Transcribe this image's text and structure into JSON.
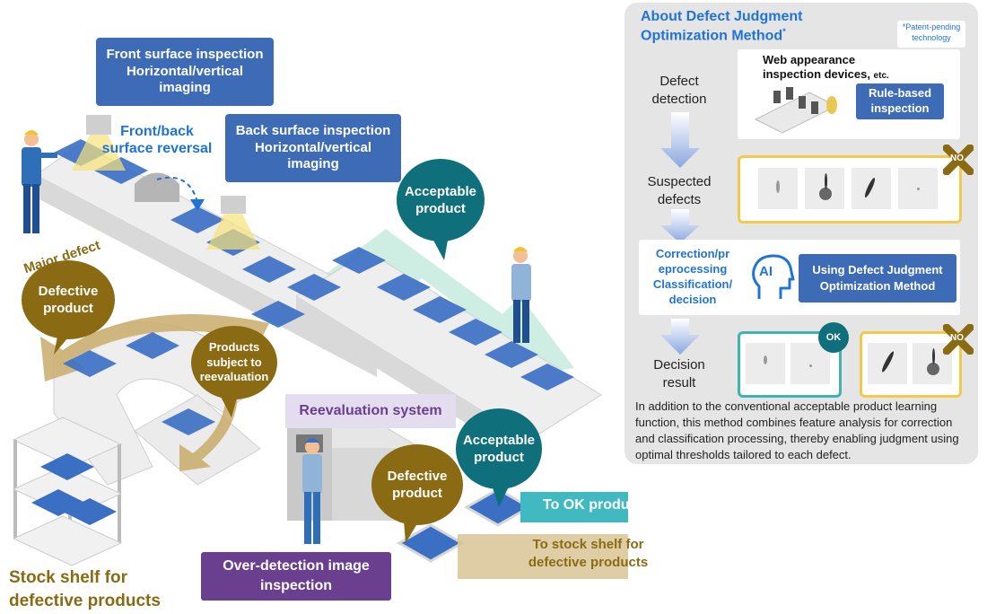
{
  "scene": {
    "front_inspection": [
      "Front surface inspection",
      "Horizontal/vertical",
      "imaging"
    ],
    "reversal_label": [
      "Front/back",
      "surface reversal"
    ],
    "back_inspection": [
      "Back surface inspection",
      "Horizontal/vertical",
      "imaging"
    ],
    "acceptable_1": [
      "Acceptable",
      "product"
    ],
    "major_defect": "Major defect",
    "defective_1": [
      "Defective",
      "product"
    ],
    "reevaluation_products": [
      "Products",
      "subject to",
      "reevaluation"
    ],
    "reevaluation_system": "Reevaluation system",
    "acceptable_2": [
      "Acceptable",
      "product"
    ],
    "defective_2": [
      "Defective",
      "product"
    ],
    "ok_line": "To OK product line",
    "stock_line": [
      "To stock shelf for",
      "defective products"
    ],
    "over_detection": [
      "Over-detection image",
      "inspection"
    ],
    "stock_shelf": [
      "Stock shelf for",
      "defective products"
    ]
  },
  "panel": {
    "title": [
      "About Defect Judgment",
      "Optimization Method"
    ],
    "title_mark": "*",
    "patent_note": [
      "*Patent-pending",
      "technology"
    ],
    "step1": [
      "Defect",
      "detection"
    ],
    "web_devices": [
      "Web appearance",
      "inspection devices, "
    ],
    "web_devices_etc": "etc.",
    "rule_based": [
      "Rule-based",
      "inspection"
    ],
    "step2": [
      "Suspected",
      "defects"
    ],
    "no_label": "NO",
    "processing": [
      "Correction/pr",
      "eprocessing",
      "Classification/",
      "decision"
    ],
    "ai_label": "AI",
    "using_method": [
      "Using Defect Judgment",
      "Optimization Method"
    ],
    "step3": [
      "Decision",
      "result"
    ],
    "ok_label": "OK",
    "no_label_2": "NO",
    "description": "In addition to the conventional acceptable product learning function, this method combines feature analysis for correction and classification processing, thereby enabling judgment using optimal thresholds tailored to each defect."
  },
  "colors": {
    "blue_box": "#3e6bb5",
    "olive": "#8a6b14",
    "teal": "#0f6f7a",
    "purple": "#6a3f8f",
    "accent_blue": "#1f74d6",
    "yellow_frame": "#f2c94c",
    "teal_frame": "#43b1b1"
  }
}
